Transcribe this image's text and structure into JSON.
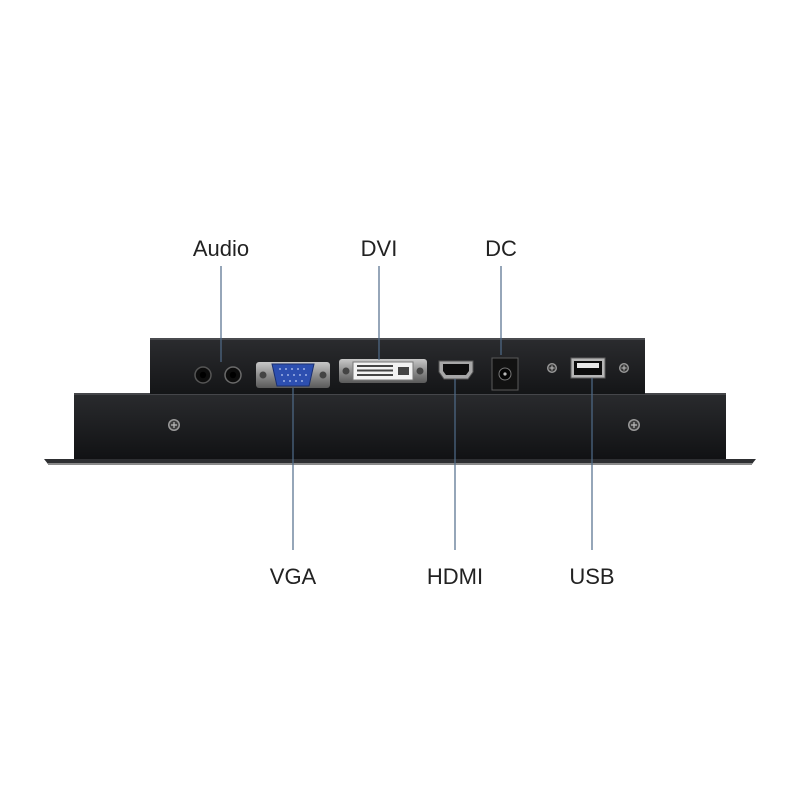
{
  "labels": {
    "audio": "Audio",
    "dvi": "DVI",
    "dc": "DC",
    "vga": "VGA",
    "hdmi": "HDMI",
    "usb": "USB"
  },
  "colors": {
    "background": "#ffffff",
    "chassis": "#1f2022",
    "chassis_edge": "#3a3b3e",
    "leader_line": "#4f6c8a",
    "vga_blue": "#2d4fb0",
    "label_text": "#222222"
  }
}
